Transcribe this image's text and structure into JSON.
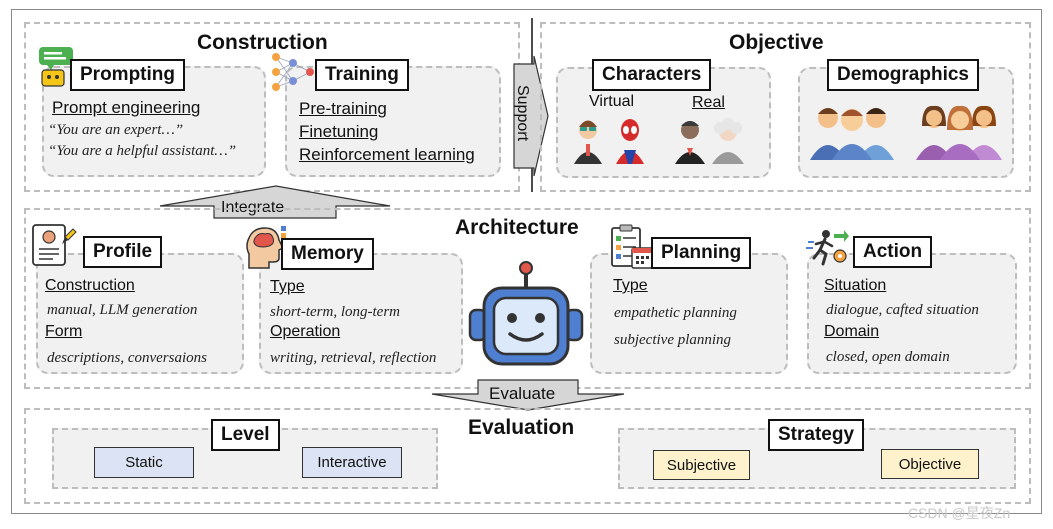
{
  "construction": {
    "title": "Construction",
    "prompting": {
      "label": "Prompting",
      "heading": "Prompt engineering",
      "examples": [
        "“You are an expert…”",
        "“You are a helpful assistant…”"
      ]
    },
    "training": {
      "label": "Training",
      "items": [
        "Pre-training",
        "Finetuning",
        "Reinforcement learning"
      ]
    }
  },
  "support_label": "Support",
  "objective": {
    "title": "Objective",
    "characters": {
      "label": "Characters",
      "virtual_label": "Virtual",
      "real_label": "Real"
    },
    "demographics": {
      "label": "Demographics"
    }
  },
  "integrate_label": "Integrate",
  "architecture": {
    "title": "Architecture",
    "profile": {
      "label": "Profile",
      "construction_heading": "Construction",
      "construction_values": "manual, LLM generation",
      "form_heading": "Form",
      "form_values": "descriptions, conversaions"
    },
    "memory": {
      "label": "Memory",
      "type_heading": "Type",
      "type_values": "short-term, long-term",
      "operation_heading": "Operation",
      "operation_values": "writing, retrieval, reflection"
    },
    "planning": {
      "label": "Planning",
      "type_heading": "Type",
      "values": [
        "empathetic planning",
        "subjective planning"
      ]
    },
    "action": {
      "label": "Action",
      "situation_heading": "Situation",
      "situation_values": "dialogue, cafted situation",
      "domain_heading": "Domain",
      "domain_values": "closed, open domain"
    }
  },
  "evaluate_label": "Evaluate",
  "evaluation": {
    "title": "Evaluation",
    "level": {
      "label": "Level",
      "options": [
        "Static",
        "Interactive"
      ]
    },
    "strategy": {
      "label": "Strategy",
      "options": [
        "Subjective",
        "Objective"
      ]
    }
  },
  "watermark": "CSDN @星夜Zn",
  "colors": {
    "level_fill": "#dbe3f4",
    "strategy_fill": "#fdf2cc",
    "robot_blue": "#4f7fd1",
    "robot_light": "#dbe9fb"
  },
  "icons": [
    "chat-robot-icon",
    "neural-network-icon",
    "profile-card-icon",
    "brain-head-icon",
    "planning-board-icon",
    "running-person-icon",
    "robot-icon"
  ]
}
